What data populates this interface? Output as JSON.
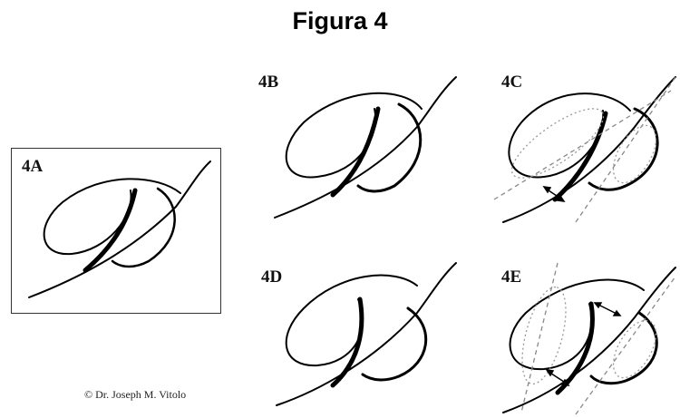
{
  "title": "Figura 4",
  "panels": [
    {
      "label": "4A"
    },
    {
      "label": "4B"
    },
    {
      "label": "4C"
    },
    {
      "label": "4D"
    },
    {
      "label": "4E"
    }
  ],
  "credit": "© Dr. Joseph M. Vitolo"
}
